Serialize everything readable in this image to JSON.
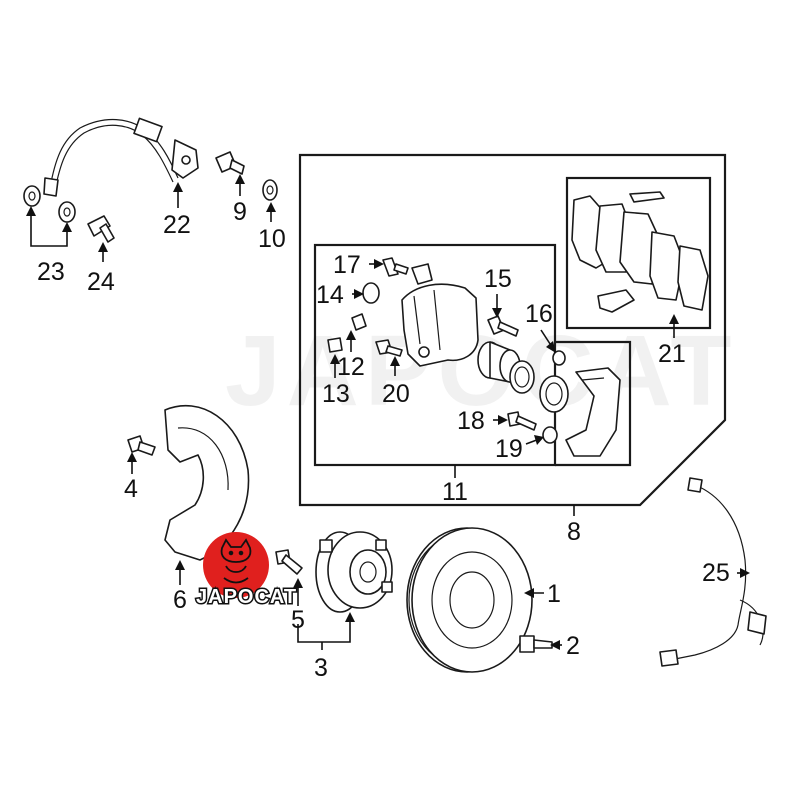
{
  "watermark": "JAPOCAT",
  "logo": {
    "text": "JAPOCAT",
    "color": "#e0201e"
  },
  "callouts": [
    {
      "id": "1",
      "label": "1"
    },
    {
      "id": "2",
      "label": "2"
    },
    {
      "id": "3",
      "label": "3"
    },
    {
      "id": "4",
      "label": "4"
    },
    {
      "id": "5",
      "label": "5"
    },
    {
      "id": "6",
      "label": "6"
    },
    {
      "id": "8",
      "label": "8"
    },
    {
      "id": "9",
      "label": "9"
    },
    {
      "id": "10",
      "label": "10"
    },
    {
      "id": "11",
      "label": "11"
    },
    {
      "id": "12",
      "label": "12"
    },
    {
      "id": "13",
      "label": "13"
    },
    {
      "id": "14",
      "label": "14"
    },
    {
      "id": "15",
      "label": "15"
    },
    {
      "id": "16",
      "label": "16"
    },
    {
      "id": "17",
      "label": "17"
    },
    {
      "id": "18",
      "label": "18"
    },
    {
      "id": "19",
      "label": "19"
    },
    {
      "id": "20",
      "label": "20"
    },
    {
      "id": "21",
      "label": "21"
    },
    {
      "id": "22",
      "label": "22"
    },
    {
      "id": "23",
      "label": "23"
    },
    {
      "id": "24",
      "label": "24"
    },
    {
      "id": "25",
      "label": "25"
    }
  ]
}
